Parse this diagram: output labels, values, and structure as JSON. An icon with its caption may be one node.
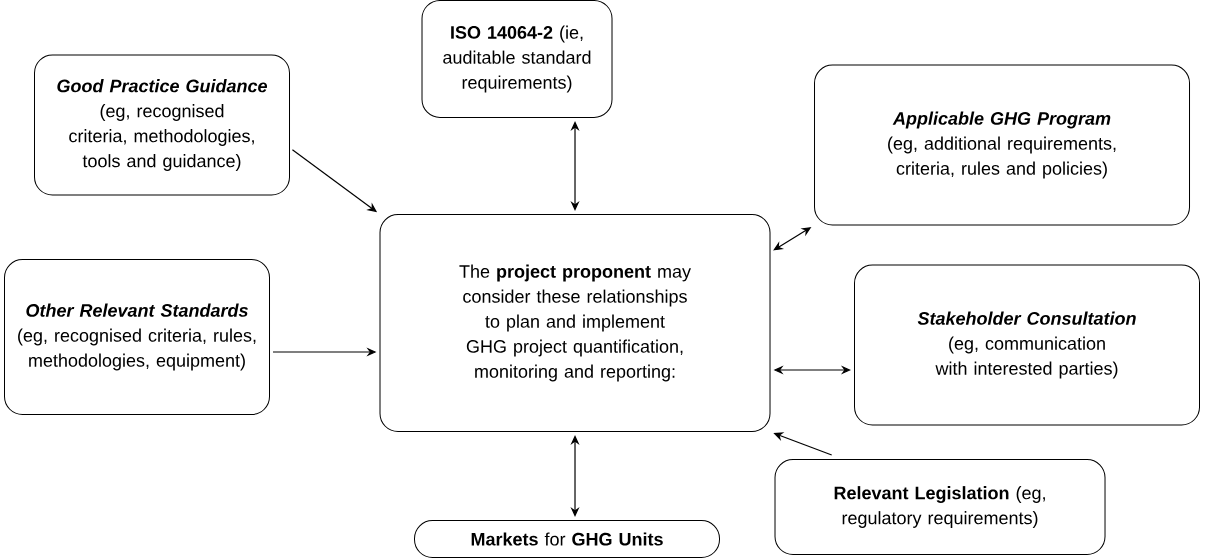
{
  "diagram": {
    "nodes": [
      {
        "text": [
          "**ISO 14064-2** (ie, auditable standard requirements)"
        ]
      },
      {
        "text": [
          "Good Practice Guidance",
          "(eg, recognised criteria, methodologies, tools and guidance)"
        ]
      },
      {
        "text": [
          "Applicable GHG Program",
          "(eg, additional requirements, criteria, rules and policies)"
        ]
      },
      {
        "text": [
          "The **project proponent** may consider these relationships to plan and implement GHG project quantification, monitoring and reporting:"
        ]
      },
      {
        "text": [
          "Stakeholder Consultation",
          "(eg, communication with interested parties)"
        ]
      },
      {
        "text": [
          "Other Relevant Standards",
          "(eg, recognised criteria, rules, methodologies, equipment)"
        ]
      },
      {
        "text": [
          "**Relevant Legislation** (eg, regulatory requirements)"
        ]
      },
      {
        "text": [
          "**Markets** for **GHG Units**"
        ]
      }
    ],
    "edges": [
      {
        "from": 0,
        "to": 3,
        "arrow": "both"
      },
      {
        "from": 1,
        "to": 3,
        "arrow": "to"
      },
      {
        "from": 2,
        "to": 3,
        "arrow": "both"
      },
      {
        "from": 4,
        "to": 3,
        "arrow": "both"
      },
      {
        "from": 5,
        "to": 3,
        "arrow": "to"
      },
      {
        "from": 6,
        "to": 3,
        "arrow": "to"
      },
      {
        "from": 3,
        "to": 7,
        "arrow": "both"
      }
    ]
  }
}
